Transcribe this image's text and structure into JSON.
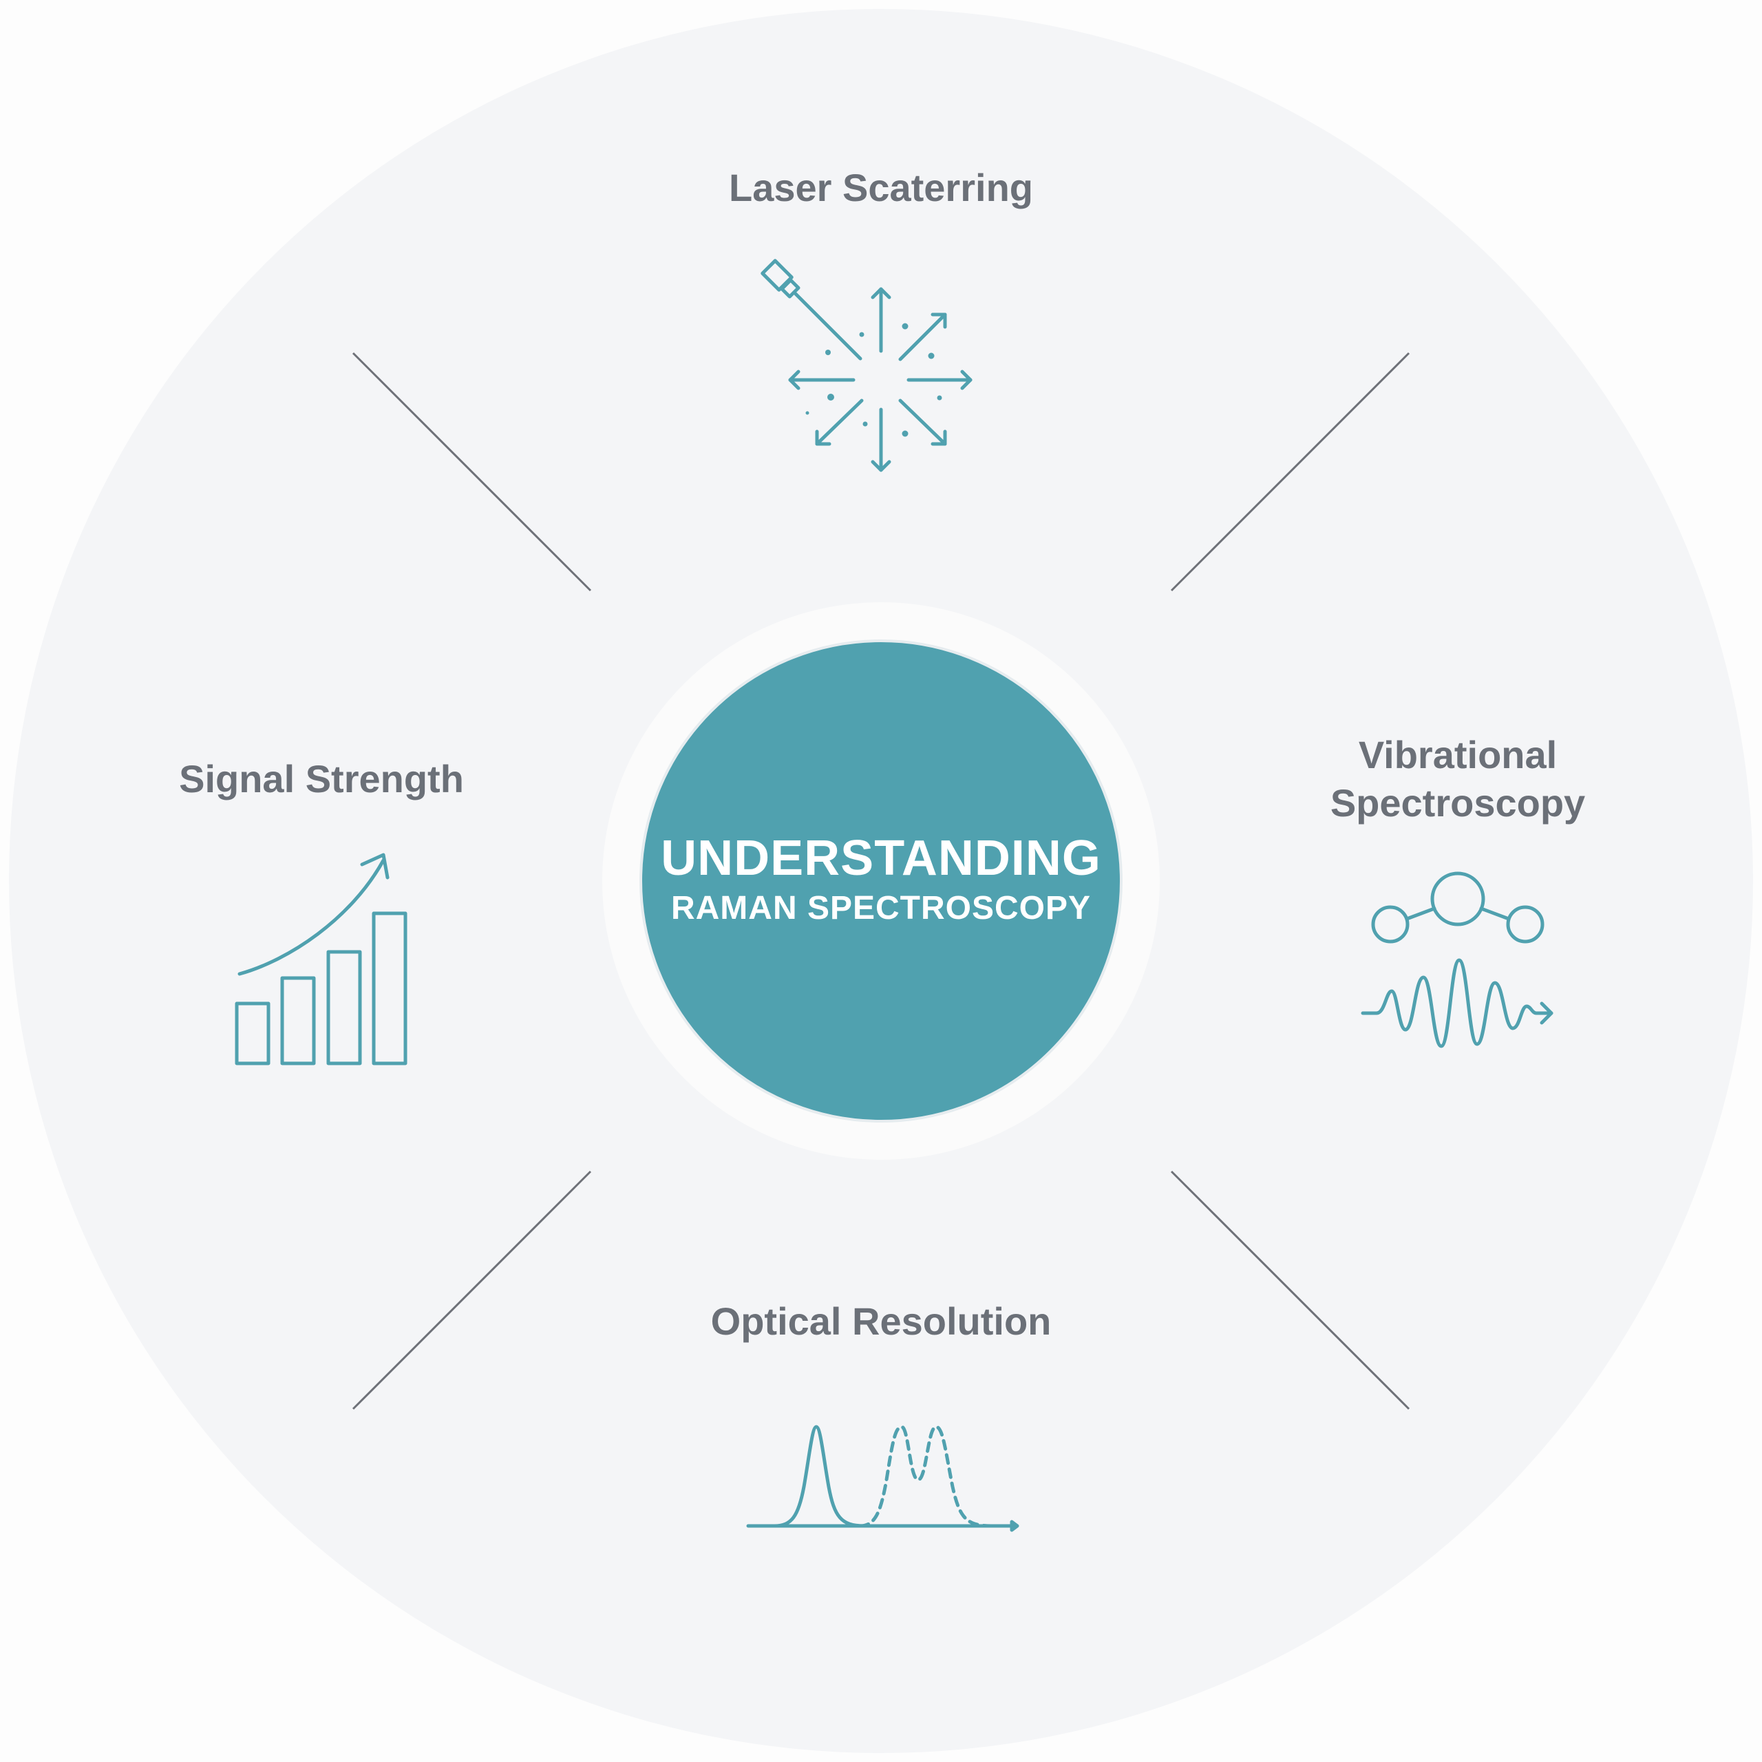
{
  "center": {
    "title": "UNDERSTANDING",
    "subtitle": "RAMAN SPECTROSCOPY"
  },
  "sections": {
    "top": {
      "label": "Laser Scaterring",
      "icon": "laser-scattering-icon"
    },
    "right": {
      "label_line1": "Vibrational",
      "label_line2": "Spectroscopy",
      "icon": "molecular-vibration-icon"
    },
    "bottom": {
      "label": "Optical Resolution",
      "icon": "resolved-peaks-icon"
    },
    "left": {
      "label": "Signal Strength",
      "icon": "rising-bar-chart-icon"
    }
  },
  "colors": {
    "accent": "#50a1af",
    "background_disc": "#f4f5f7",
    "label_text": "#6b7078",
    "divider": "#6e7178"
  }
}
